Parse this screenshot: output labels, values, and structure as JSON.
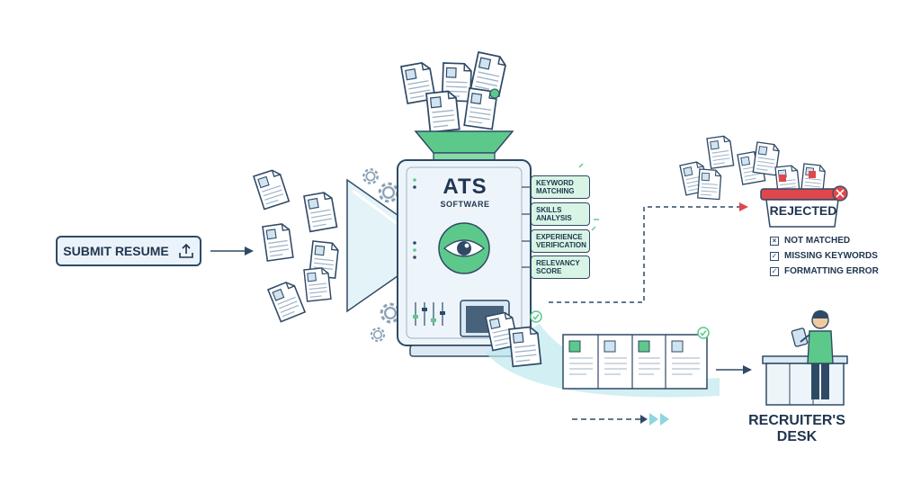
{
  "submit": {
    "label": "SUBMIT RESUME",
    "icon": "upload-icon"
  },
  "ats": {
    "title": "ATS",
    "subtitle": "SOFTWARE"
  },
  "features": [
    {
      "label": "KEYWORD MATCHING"
    },
    {
      "label": "SKILLS ANALYSIS"
    },
    {
      "label": "EXPERIENCE VERIFICATION"
    },
    {
      "label": "RELEVANCY SCORE"
    }
  ],
  "rejected": {
    "label": "REJECTED",
    "reasons": [
      "NOT MATCHED",
      "MISSING KEYWORDS",
      "FORMATTING ERROR"
    ]
  },
  "desk": {
    "label": "RECRUITER'S DESK"
  },
  "colors": {
    "outline": "#2f4a66",
    "accent_green": "#5cc98a",
    "light_green": "#d8f4e4",
    "light_blue": "#eaf3f9",
    "funnel_teal": "#bfe8ee",
    "reject_red": "#e0474c"
  }
}
